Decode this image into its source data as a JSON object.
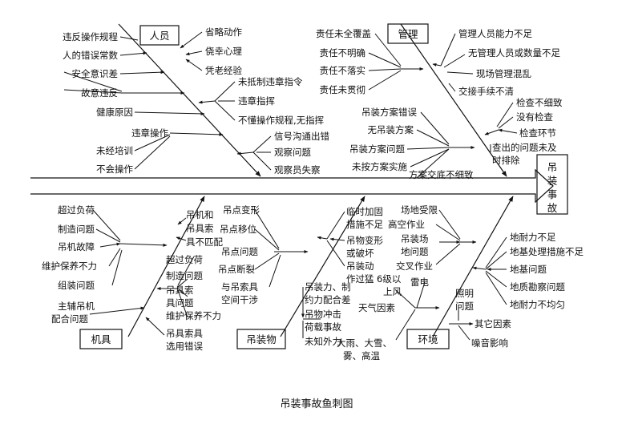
{
  "caption": "吊装事故鱼刺图",
  "head": [
    "吊",
    "装",
    "事",
    "故"
  ],
  "categories": {
    "people": "人员",
    "management": "管理",
    "equipment": "机具",
    "lifting": "吊装物",
    "environment": "环境"
  },
  "people": {
    "t1": "违反操作规程",
    "t2": "人的错误常数",
    "t3": "安全意识差",
    "t4": "故意违反",
    "t5": "健康原因",
    "t6": "违章操作",
    "t7": "未经培训",
    "t8": "不会操作",
    "b1": "省略动作",
    "b2": "侥幸心理",
    "b3": "凭老经验",
    "c1": "未抵制违章指令",
    "c2": "违章指挥",
    "c3": "不懂操作规程,无指挥",
    "d1": "信号沟通出错",
    "d2": "观察问题",
    "d3": "观察员失察"
  },
  "management": {
    "a1": "责任未全覆盖",
    "a2": "责任不明确",
    "a3": "责任不落实",
    "a4": "责任未贯彻",
    "b1": "管理人员能力不足",
    "b2": "无管理人员或数量不足",
    "b3": "现场管理混乱",
    "b4": "交接手续不清",
    "c1": "检查不细致",
    "c2": "没有检查",
    "c3": "检查环节",
    "c4": "查出的问题未及",
    "c5": "时排除",
    "d1": "吊装方案错误",
    "d2": "无吊装方案",
    "d3": "吊装方案问题",
    "d4": "未按方案实施",
    "d5": "方案交底不细致"
  },
  "equipment": {
    "a1": "超过负荷",
    "a2": "制造问题",
    "a3": "吊机故障",
    "a4": "维护保养不力",
    "a5": "组装问题",
    "a6": "主辅吊机",
    "a7": "配合问题",
    "b1": "吊机和",
    "b2": "吊具索",
    "b3": "具不匹配",
    "c1": "超过负荷",
    "c2": "制造问题",
    "c3": "吊具索",
    "c4": "具问题",
    "c5": "维护保养不力",
    "c6": "吊具索具",
    "c7": "选用错误"
  },
  "lifting": {
    "a1": "吊点变形",
    "a2": "吊点移位",
    "a3": "吊点问题",
    "a4": "吊点断裂",
    "a5": "与吊索具",
    "a6": "空间干涉",
    "b1": "临时加固",
    "b2": "措施不足",
    "b3": "吊物变形",
    "b4": "或破坏",
    "b5": "吊装动",
    "b6": "作过猛",
    "c1": "吊装力、制",
    "c2": "约力配合差",
    "c3": "吊物冲击",
    "c4": "荷载事故",
    "c5": "未知外力"
  },
  "environment": {
    "a1": "场地受限",
    "a2": "高空作业",
    "a3": "吊装场",
    "a4": "地问题",
    "a5": "交叉作业",
    "b1": "6级以",
    "b2": "上风",
    "b3": "雷电",
    "b4": "天气因素",
    "b5": "大雨、大雪、",
    "b6": "雾、高温",
    "c1": "照明",
    "c2": "问题",
    "c3": "其它因素",
    "c4": "噪音影响",
    "d1": "地耐力不足",
    "d2": "地基处理措施不足",
    "d3": "地基问题",
    "d4": "地质勘察问题",
    "d5": "地耐力不均匀"
  }
}
